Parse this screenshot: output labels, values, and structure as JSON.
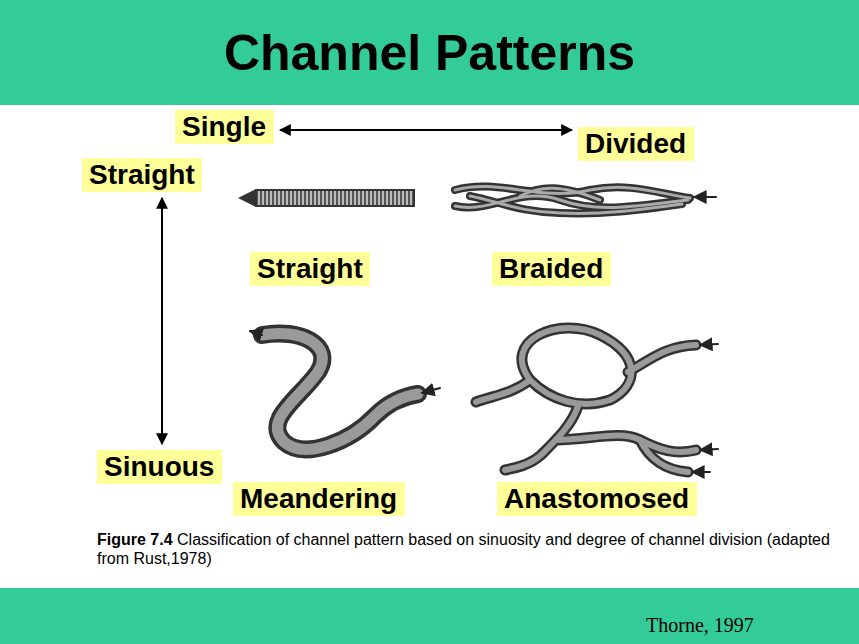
{
  "diagram": {
    "title": "Channel Patterns",
    "caption": "Figure 7.4 Classification of channel pattern based on sinuosity and degree of channel division (adapted from Rust,1978)",
    "nodes": [
      {
        "text": [
          "Single"
        ]
      },
      {
        "text": [
          "Divided"
        ]
      },
      {
        "text": [
          "Straight"
        ]
      },
      {
        "text": [
          "Straight"
        ]
      },
      {
        "text": [
          "Braided"
        ]
      },
      {
        "text": [
          "Sinuous"
        ]
      },
      {
        "text": [
          "Meandering"
        ]
      },
      {
        "text": [
          "Anastomosed"
        ]
      }
    ],
    "edges": [
      {
        "from": 0,
        "to": 1,
        "arrow": "both"
      },
      {
        "from": 2,
        "to": 5,
        "arrow": "both"
      }
    ],
    "labels": [
      "Thorne, 1997"
    ]
  }
}
